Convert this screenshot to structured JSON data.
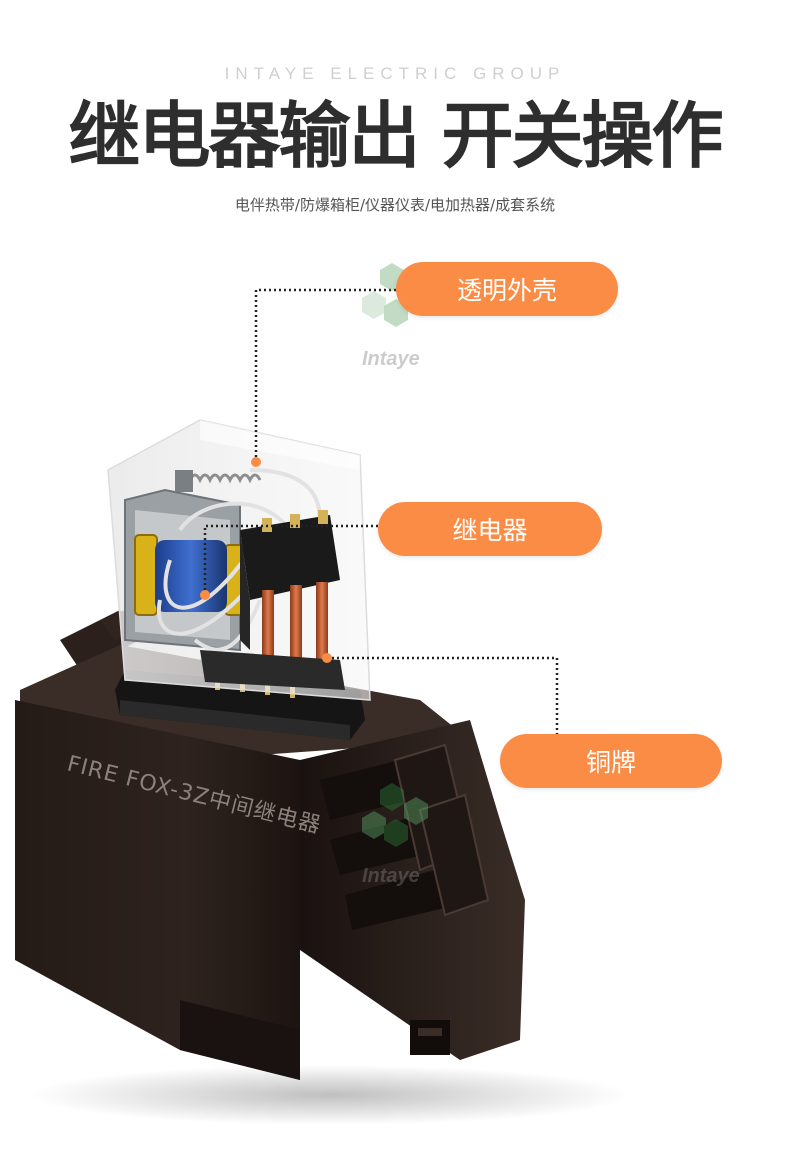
{
  "brand": "INTAYE ELECTRIC GROUP",
  "headline": "继电器输出 开关操作",
  "subtitle": "电伴热带/防爆箱柜/仪器仪表/电加热器/成套系统",
  "callouts": [
    {
      "label": "透明外壳"
    },
    {
      "label": "继电器"
    },
    {
      "label": "铜牌"
    }
  ],
  "product": {
    "base_marking": "FIRE FOX-3Z中间继电器"
  },
  "watermark": {
    "text": "Intaye",
    "icon": "hexagon-logo-icon"
  },
  "colors": {
    "accent": "#fb8c45",
    "base": "#2a1f1b",
    "headline": "#2e2e2e"
  }
}
